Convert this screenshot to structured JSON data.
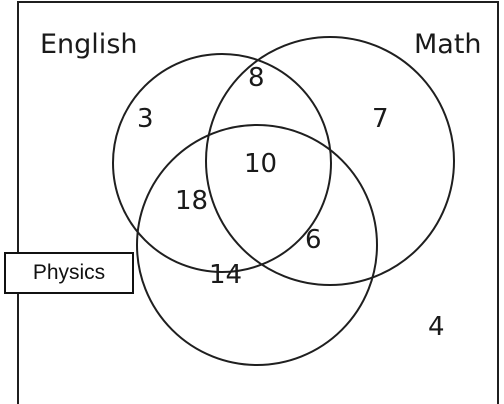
{
  "sets": {
    "english": {
      "label": "English"
    },
    "math": {
      "label": "Math"
    },
    "physics": {
      "label": "Physics"
    }
  },
  "regions": {
    "english_only": "3",
    "english_math_only": "8",
    "math_only": "7",
    "all_three": "10",
    "english_physics_only": "18",
    "math_physics_only": "6",
    "physics_only": "14",
    "none": "4"
  }
}
